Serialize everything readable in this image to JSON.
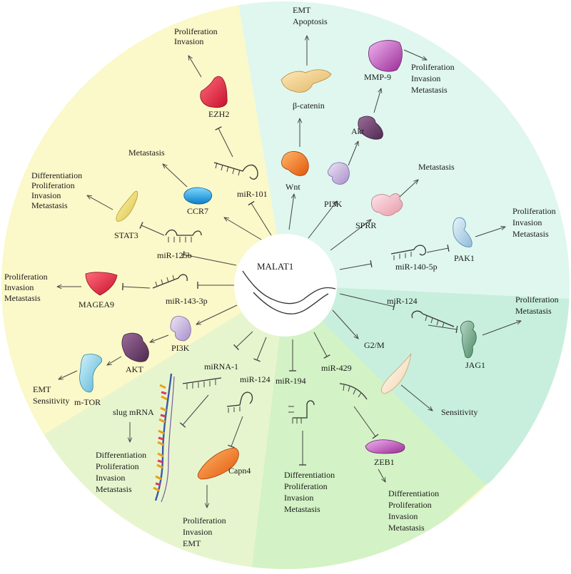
{
  "center": {
    "label": "MALAT1"
  },
  "colors": {
    "sector_yellow": "#fbf8c9",
    "sector_cyan": "#dff7ef",
    "sector_teal": "#c8efdd",
    "sector_green": "#d3f2c5",
    "sector_lightgreen": "#e7f5cf"
  },
  "molecules": {
    "ezh2": "EZH2",
    "mir101": "miR-101",
    "ccr7": "CCR7",
    "stat3": "STAT3",
    "mir125b": "miR-125b",
    "magea9": "MAGEA9",
    "mir143": "miR-143-3p",
    "pi3k_left": "PI3K",
    "akt_left": "AKT",
    "mtor": "m-TOR",
    "mirna1": "miRNA-1",
    "mir124_bottom": "miR-124",
    "slug": "slug mRNA",
    "capn4": "Capn4",
    "mir194": "miR-194",
    "mir429": "miR-429",
    "zeb1": "ZEB1",
    "g2m": "G2/M",
    "mir124_right": "miR-124",
    "jag1": "JAG1",
    "mir140": "miR-140-5p",
    "pak1": "PAK1",
    "sprr": "SPRR",
    "pi3k_top": "PI3K",
    "akt_top": "Akt",
    "mmp9": "MMP-9",
    "wnt": "Wnt",
    "bcatenin": "β-catenin"
  },
  "outcomes": {
    "ezh2": [
      "Proliferation",
      "Invasion"
    ],
    "ccr7": [
      "Metastasis"
    ],
    "stat3": [
      "Differentiation",
      "Proliferation",
      "Invasion",
      "Metastasis"
    ],
    "magea9": [
      "Proliferation",
      "Invasion",
      "Metastasis"
    ],
    "mtor": [
      "EMT",
      "Sensitivity"
    ],
    "slug": [
      "Differentiation",
      "Proliferation",
      "Invasion",
      "Metastasis"
    ],
    "capn4": [
      "Proliferation",
      "Invasion",
      "EMT"
    ],
    "mir194": [
      "Differentiation",
      "Proliferation",
      "Invasion",
      "Metastasis"
    ],
    "zeb1": [
      "Differentiation",
      "Proliferation",
      "Invasion",
      "Metastasis"
    ],
    "g2m": [
      "Sensitivity"
    ],
    "jag1": [
      "Proliferation",
      "Metastasis"
    ],
    "pak1": [
      "Proliferation",
      "Invasion",
      "Metastasis"
    ],
    "sprr": [
      "Metastasis"
    ],
    "mmp9": [
      "Proliferation",
      "Invasion",
      "Metastasis"
    ],
    "bcatenin": [
      "EMT",
      "Apoptosis"
    ]
  }
}
